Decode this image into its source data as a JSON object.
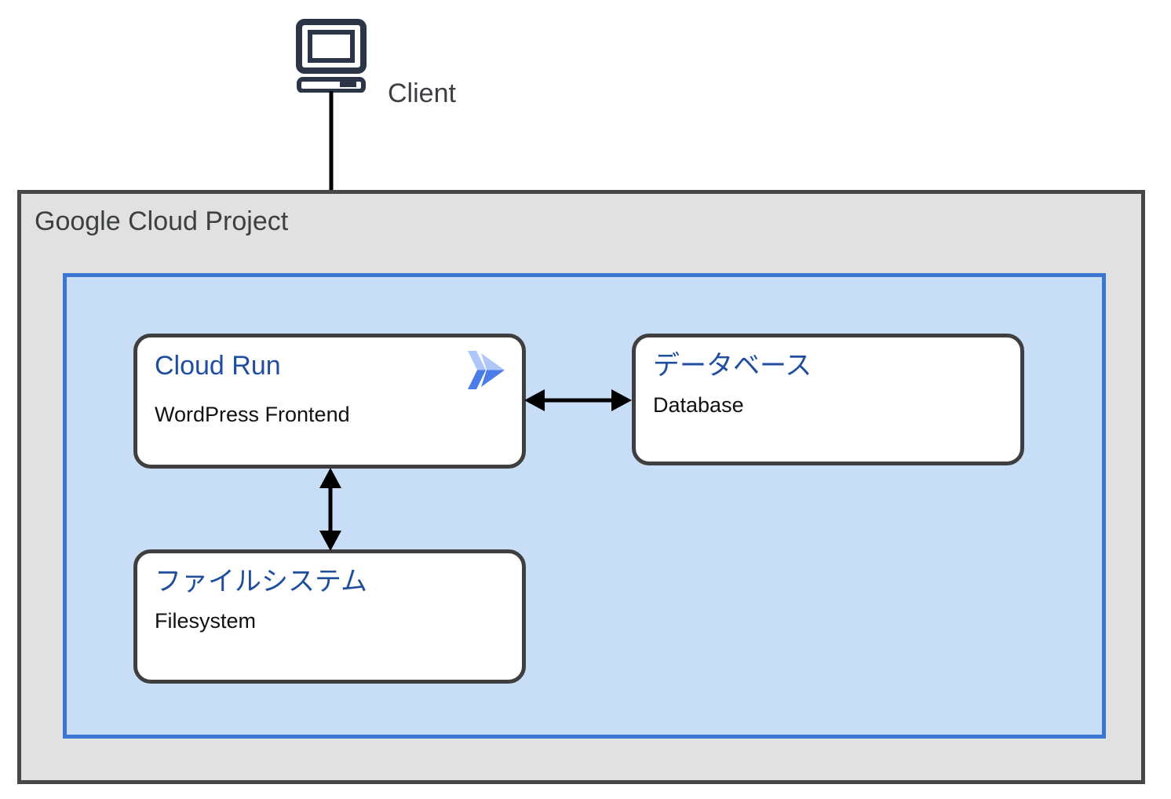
{
  "client": {
    "label": "Client",
    "icon": "computer-icon"
  },
  "project": {
    "label": "Google Cloud Project"
  },
  "nodes": {
    "cloud_run": {
      "title": "Cloud Run",
      "subtitle": "WordPress Frontend",
      "icon": "cloud-run-icon"
    },
    "database": {
      "title": "データベース",
      "subtitle": "Database"
    },
    "filesystem": {
      "title": "ファイルシステム",
      "subtitle": "Filesystem"
    }
  },
  "connections": [
    {
      "from": "client",
      "to": "cloud_run",
      "direction": "one-way"
    },
    {
      "from": "cloud_run",
      "to": "database",
      "direction": "two-way"
    },
    {
      "from": "cloud_run",
      "to": "filesystem",
      "direction": "two-way"
    }
  ],
  "colors": {
    "project_fill": "#e1e1e1",
    "project_border": "#474747",
    "zone_fill": "#c8def6",
    "zone_border": "#3a76d2",
    "node_fill": "#ffffff",
    "node_border": "#3f3f3f",
    "title_text": "#1f4e9e",
    "body_text": "#111111",
    "label_text": "#3c4043",
    "arrow": "#000000",
    "client_icon": "#2b3545",
    "cloudrun_light": "#aec6f8",
    "cloudrun_blue": "#4c7ce8"
  }
}
